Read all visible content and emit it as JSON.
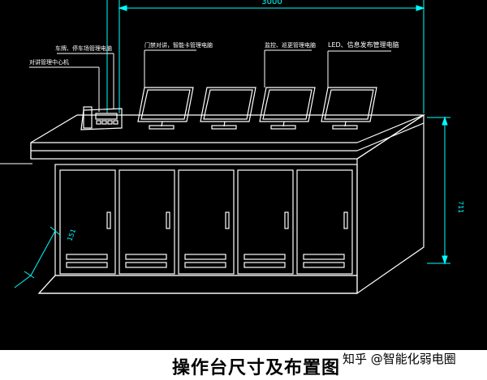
{
  "dimensions": {
    "width": "3000",
    "height": "711",
    "depth": "151"
  },
  "annotations": {
    "phone": "对讲管理中心机",
    "left_monitor": "车牌、停车场管理电脑",
    "monitor2": "门禁对讲，智能卡管理电脑",
    "monitor3": "监控、巡更管理电脑",
    "monitor4": "LED、信息发布管理电脑"
  },
  "caption": "操作台尺寸及布置图",
  "watermark": "知乎 @智能化弱电圈",
  "colors": {
    "line": "#ffffff",
    "dimension": "#00ffff",
    "background": "#000000"
  },
  "icons": [
    "telephone-icon",
    "monitor-icon"
  ]
}
